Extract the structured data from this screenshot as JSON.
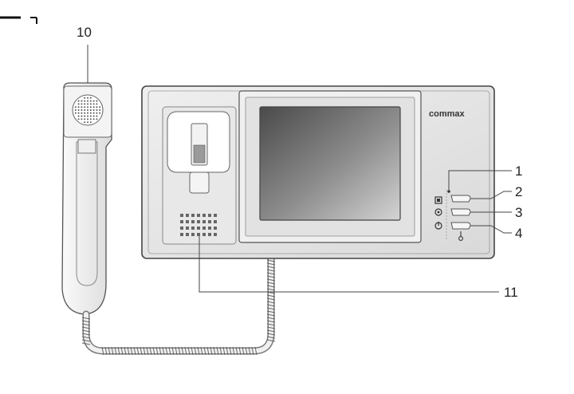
{
  "brand": "commax",
  "callouts": [
    "10",
    "1",
    "2",
    "3",
    "4",
    "11"
  ],
  "colors": {
    "line": "#555555",
    "panel": "#e6e6e6",
    "screen_dark": "#5a5a5a",
    "screen_light": "#c8c8c8",
    "handset": "#f2f2f2"
  },
  "icons": [
    "monitor-icon",
    "door-open-icon",
    "talk-icon",
    "key-icon"
  ]
}
